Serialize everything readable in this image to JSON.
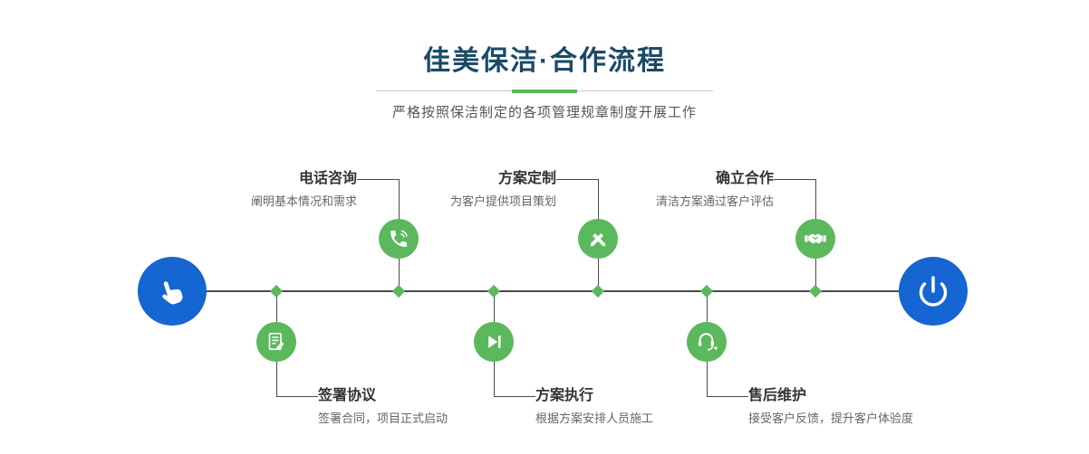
{
  "header": {
    "title": "佳美保洁·合作流程",
    "subtitle": "严格按照保洁制定的各项管理规章制度开展工作"
  },
  "colors": {
    "title_text": "#1b4a66",
    "green_accent": "#5cb85c",
    "blue_accent": "#1565d2",
    "line": "#4a4a4a",
    "label_text": "#333333",
    "desc_text": "#666666"
  },
  "timeline": {
    "start_icon": "hand-pointer-icon",
    "end_icon": "power-icon"
  },
  "steps": {
    "top": [
      {
        "label": "电话咨询",
        "desc": "阐明基本情况和需求",
        "icon": "phone-icon"
      },
      {
        "label": "方案定制",
        "desc": "为客户提供项目策划",
        "icon": "design-icon"
      },
      {
        "label": "确立合作",
        "desc": "清洁方案通过客户评估",
        "icon": "handshake-icon"
      }
    ],
    "bottom": [
      {
        "label": "签署协议",
        "desc": "签署合同，项目正式启动",
        "icon": "contract-icon"
      },
      {
        "label": "方案执行",
        "desc": "根据方案安排人员施工",
        "icon": "execute-icon"
      },
      {
        "label": "售后维护",
        "desc": "接受客户反馈，提升客户体验度",
        "icon": "support-icon"
      }
    ]
  }
}
